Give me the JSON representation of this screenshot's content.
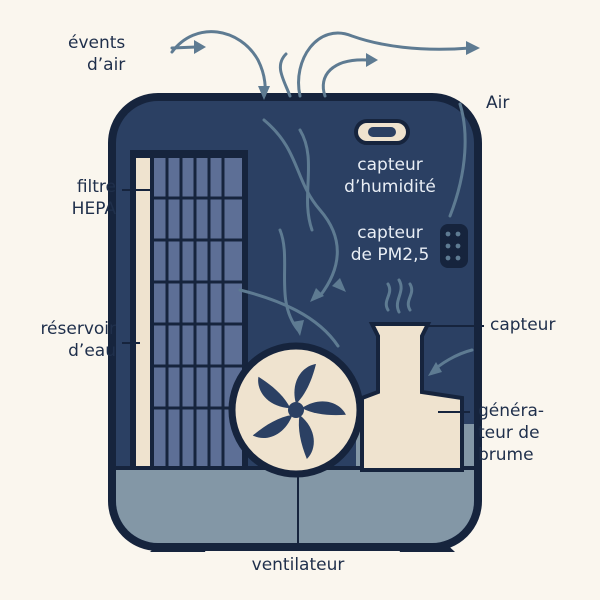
{
  "labels": {
    "air_vents": [
      "évents",
      "d’air"
    ],
    "air": "Air",
    "humidity_sensor": [
      "capteur",
      "d’humidité"
    ],
    "pm25_sensor": [
      "capteur",
      "de PM2,5"
    ],
    "hepa_filter": [
      "filtre",
      "HEPA"
    ],
    "water_tank": [
      "réservoir",
      "d’eau"
    ],
    "sensor": "capteur",
    "mist_generator": [
      "généra-",
      "teur de",
      "brume"
    ],
    "fan": "ventilateur"
  },
  "colors": {
    "background": "#faf6ee",
    "body": "#2b4063",
    "outline": "#16243d",
    "water": "#8397a6",
    "cream": "#efe3cf",
    "arrow": "#5e7b92",
    "filter": "#5d6f96"
  }
}
